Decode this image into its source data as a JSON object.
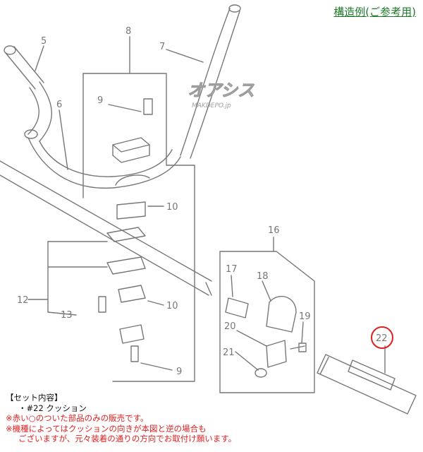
{
  "title": "構造例(ご参考用)",
  "watermark": {
    "logo": "オアシス",
    "site": "MAKDEPO.jp"
  },
  "callouts": [
    {
      "id": "c5",
      "text": "5"
    },
    {
      "id": "c6",
      "text": "6"
    },
    {
      "id": "c7",
      "text": "7"
    },
    {
      "id": "c8",
      "text": "8"
    },
    {
      "id": "c9a",
      "text": "9"
    },
    {
      "id": "c10a",
      "text": "10"
    },
    {
      "id": "c12",
      "text": "12"
    },
    {
      "id": "c10b",
      "text": "10"
    },
    {
      "id": "c13",
      "text": "13"
    },
    {
      "id": "c9b",
      "text": "9"
    },
    {
      "id": "c16",
      "text": "16"
    },
    {
      "id": "c17",
      "text": "17"
    },
    {
      "id": "c18",
      "text": "18"
    },
    {
      "id": "c19",
      "text": "19"
    },
    {
      "id": "c20",
      "text": "20"
    },
    {
      "id": "c21",
      "text": "21"
    },
    {
      "id": "c22",
      "text": "22"
    }
  ],
  "notes": {
    "set_header": "【セット内容】",
    "set_item": "・#22 クッション",
    "red_lines": [
      "※赤い○のついた部品のみの販売です。",
      "※機種によってはクッションの向きが本図と逆の場合も",
      "ございますが、元々装着の通りの方向でお取付け願います。"
    ]
  },
  "colors": {
    "title": "#1e7a2a",
    "highlight": "#e02020",
    "lines": "#777777"
  }
}
